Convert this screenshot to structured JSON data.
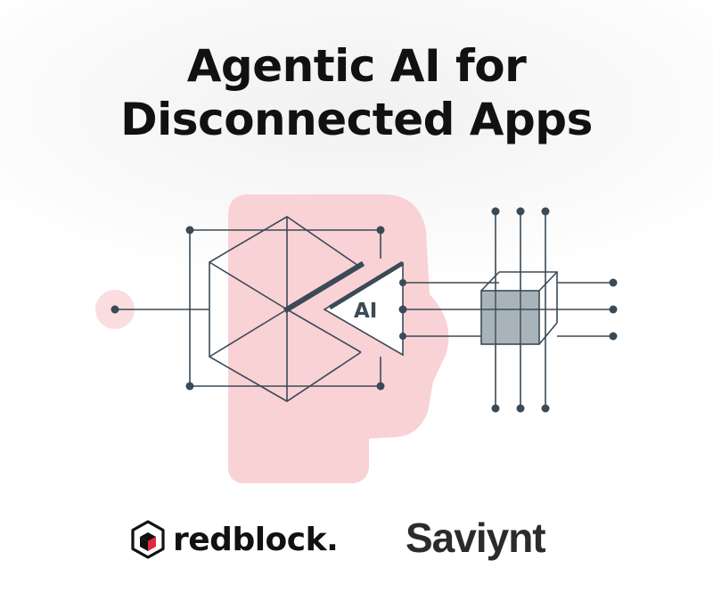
{
  "title": {
    "line1": "Agentic AI for",
    "line2": "Disconnected Apps"
  },
  "illustration": {
    "ai_label": "AI",
    "head_color": "#f9d2d6",
    "line_color": "#3a4a56",
    "cube_color": "#a9b3ba"
  },
  "logos": {
    "redblock": {
      "wordmark": "redblock.",
      "accent_color": "#e3283e"
    },
    "saviynt": {
      "wordmark": "Saviynt"
    }
  }
}
